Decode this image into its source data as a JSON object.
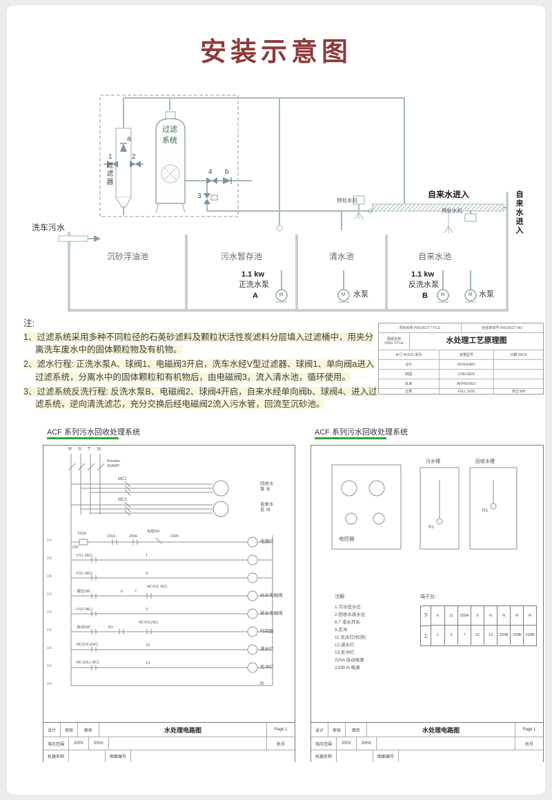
{
  "page": {
    "title": "安装示意图"
  },
  "piping": {
    "vessel_l1": "过滤",
    "vessel_l2": "系统",
    "filter": "过滤器",
    "valve_a": "a",
    "valve_b": "b",
    "valve_1": "1",
    "valve_2": "2",
    "valve_3": "3",
    "valve_4": "4",
    "carwash_inlet": "洗车污水",
    "tap_inlet": "自来水进入",
    "tap_inlet_side": "自来水进入",
    "pretreat1": "预处水机",
    "pretreat2": "预处水机",
    "tank1": "沉砂浮油池",
    "tank2": "污水暂存池",
    "tank3": "清水池",
    "tank4": "自来水池",
    "pumpA_kw": "1.1 kw",
    "pumpA_name": "正洗水泵",
    "pumpA_id": "A",
    "pumpB_kw": "1.1 kw",
    "pumpB_name": "反洗水泵",
    "pumpB_id": "B",
    "pump1": "水泵",
    "pump2": "水泵",
    "m1": "M",
    "m2": "M",
    "m3": "M",
    "m4": "M"
  },
  "notes": {
    "label": "注:",
    "item1": "1、过滤系统采用多种不同粒径的石英砂滤料及颗粒状活性炭滤料分层填入过滤桶中，用夹分离洗车废水中的固体颗粒物及有机物。",
    "item2": "2、滤水行程: 正洗水泵A、球阀1、电磁阀3开启，洗车水经V型过滤器、球阀1、单向阀a进入过滤系统，分离水中的固体颗粒和有机物后，由电磁阀3，流入清水池，循环使用。",
    "item3": "3、过滤系统反洗行程: 反洗水泵B、电磁阀2、球阀4开启，自来水经单向阀b、球阀4、进入过滤系统，逆向清洗滤芯，充分交换后经电磁阀2流入污水管，回流至沉砂池。"
  },
  "pblock": {
    "r1a": "项目名称 PROJECT TITLE",
    "r1b": "检查表单号 PROJECT NO",
    "r2a1": "图纸名称",
    "r2a2": "DWG TITLE",
    "title": "水处理工艺原理图",
    "rows": [
      [
        "水行 ACF10 系列",
        "容量型号",
        "日期 DATE"
      ],
      [
        "设计",
        "DESIGNED",
        ""
      ],
      [
        "制图",
        "CHECKED",
        ""
      ],
      [
        "批准",
        "APPROVED",
        ""
      ],
      [
        "比例",
        "FULL SIZE",
        "单位 MM"
      ]
    ]
  },
  "leftp": {
    "header": "ACF 系列污水回收处理系统",
    "ph_r": "R",
    "ph_s": "S",
    "ph_t": "T",
    "ph_n": "N",
    "breaker1": "Breaker",
    "breaker2": "30AMP",
    "mc1": "MC1",
    "mc2": "MC2",
    "load1a": "回收水",
    "load1b": "泵 水",
    "load2a": "自来水",
    "load2b": "反 冲",
    "fuse": "F55A",
    "c220a": "220A",
    "c200a": "200A",
    "sw_power": "电源SW",
    "c220b": "220B",
    "c220": "220",
    "lamp_power": "电源灯",
    "fs1": "FS1 (NC)",
    "fs2": "FS2 (NC)",
    "fs3": "FS3 (NC)",
    "lvl_sw": "液位SW",
    "mcvol1": "MCVOL (NC)",
    "valve_fill": "补水电磁阀",
    "valve_drain": "排水电磁阀",
    "auto_sw": "自动SW",
    "r1": "R1",
    "mcvol2": "MCVOL(NC)",
    "timer": "时间器",
    "mc2ol": "MC2(OL)(NC)",
    "lamp_flow": "递水灯",
    "mc1ol": "MC1(OL) (NC)",
    "lamp_back": "反冲灯",
    "n1": "1",
    "n3": "3",
    "n6": "6",
    "n7": "7",
    "n9": "9",
    "n12": "12",
    "n13": "13",
    "nN": "N",
    "ln": [
      "101",
      "105",
      "108",
      "115",
      "120",
      "125",
      "130",
      "135",
      "140"
    ]
  },
  "rightp": {
    "header": "ACF 系列污水回收处理系统",
    "box": "电控箱",
    "tank_sew": "污水槽",
    "tank_rec": "回收水槽",
    "r1": "R1",
    "r3": "R3",
    "notes_label": "注解:",
    "notes": [
      "1.污水低水位",
      "2.回收水高水位",
      "6.7 液水开关",
      "9.反冲",
      "11.无水灯(检测)",
      "12.递水灯",
      "13.反冲灯",
      "220A 自动电源",
      "220B N 电源"
    ],
    "term_label": "端子台:",
    "row_b": "下",
    "row_t": "上",
    "tb_cells": [
      "6",
      "11",
      "220A",
      "9",
      "N",
      "N",
      "N",
      "N"
    ],
    "tt_cells": [
      "1",
      "3",
      "7",
      "12",
      "13",
      "220B",
      "220B",
      "220B"
    ]
  },
  "ptb": {
    "c1": "设计",
    "c2": "审核",
    "name_label": "图名",
    "name": "水处理电路图",
    "page": "Page 1",
    "volt_label": "电压范围",
    "volt": "200V",
    "freq": "50Hz",
    "mno": "机号",
    "mname": "机器名称",
    "dno": "图面编号"
  }
}
